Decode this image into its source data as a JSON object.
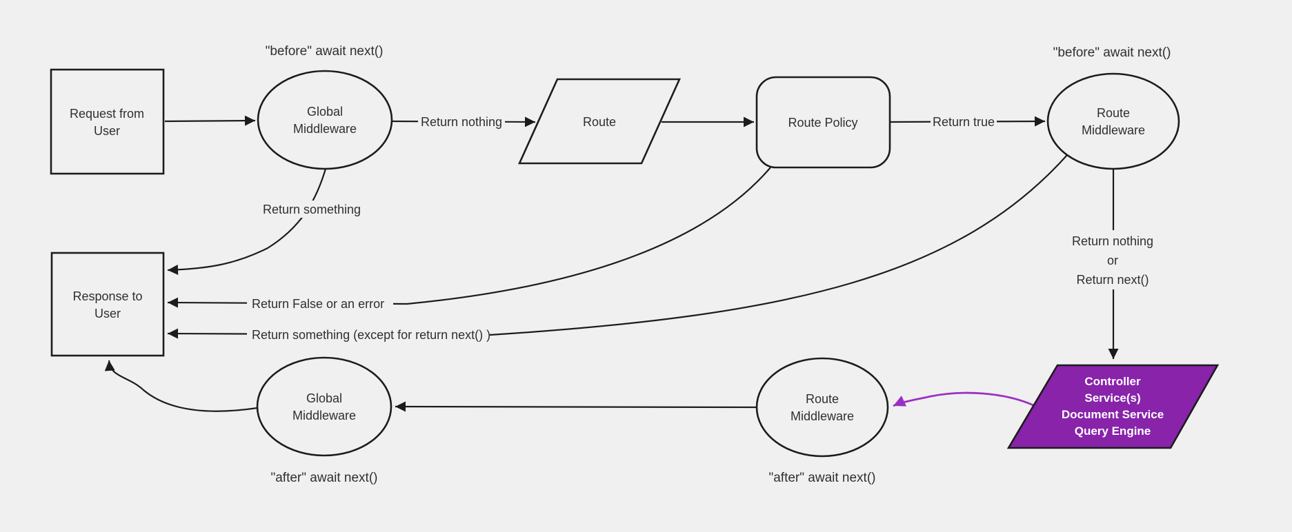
{
  "theme": {
    "background": "#f0f0f0",
    "node_fill": "#f0f0f0",
    "stroke": "#1c1c1c",
    "text": "#2f2f2f",
    "purple_fill": "#8823aa",
    "purple_arrow": "#9b2fc4",
    "white_text": "#ffffff"
  },
  "nodes": {
    "request": {
      "lines": [
        "Request from",
        "User"
      ]
    },
    "global_middleware_top": {
      "lines": [
        "Global",
        "Middleware"
      ]
    },
    "route": {
      "label": "Route"
    },
    "route_policy": {
      "label": "Route Policy"
    },
    "route_middleware_top": {
      "lines": [
        "Route",
        "Middleware"
      ]
    },
    "response": {
      "lines": [
        "Response to",
        "User"
      ]
    },
    "global_middleware_bottom": {
      "lines": [
        "Global",
        "Middleware"
      ]
    },
    "route_middleware_bottom": {
      "lines": [
        "Route",
        "Middleware"
      ]
    },
    "controller": {
      "lines": [
        "Controller",
        "Service(s)",
        "Document Service",
        "Query Engine"
      ]
    }
  },
  "edge_labels": {
    "return_nothing": "Return nothing",
    "return_true": "Return true",
    "return_something": "Return something",
    "return_false": "Return False or an error",
    "return_something_except": "Return something (except for return next() )",
    "return_nothing_or_next": {
      "lines": [
        "Return nothing",
        "or",
        "Return next()"
      ]
    }
  },
  "annotations": {
    "before_await_left": "\"before\" await next()",
    "before_await_right": "\"before\" await next()",
    "after_await_left": "\"after\" await next()",
    "after_await_right": "\"after\" await next()"
  }
}
